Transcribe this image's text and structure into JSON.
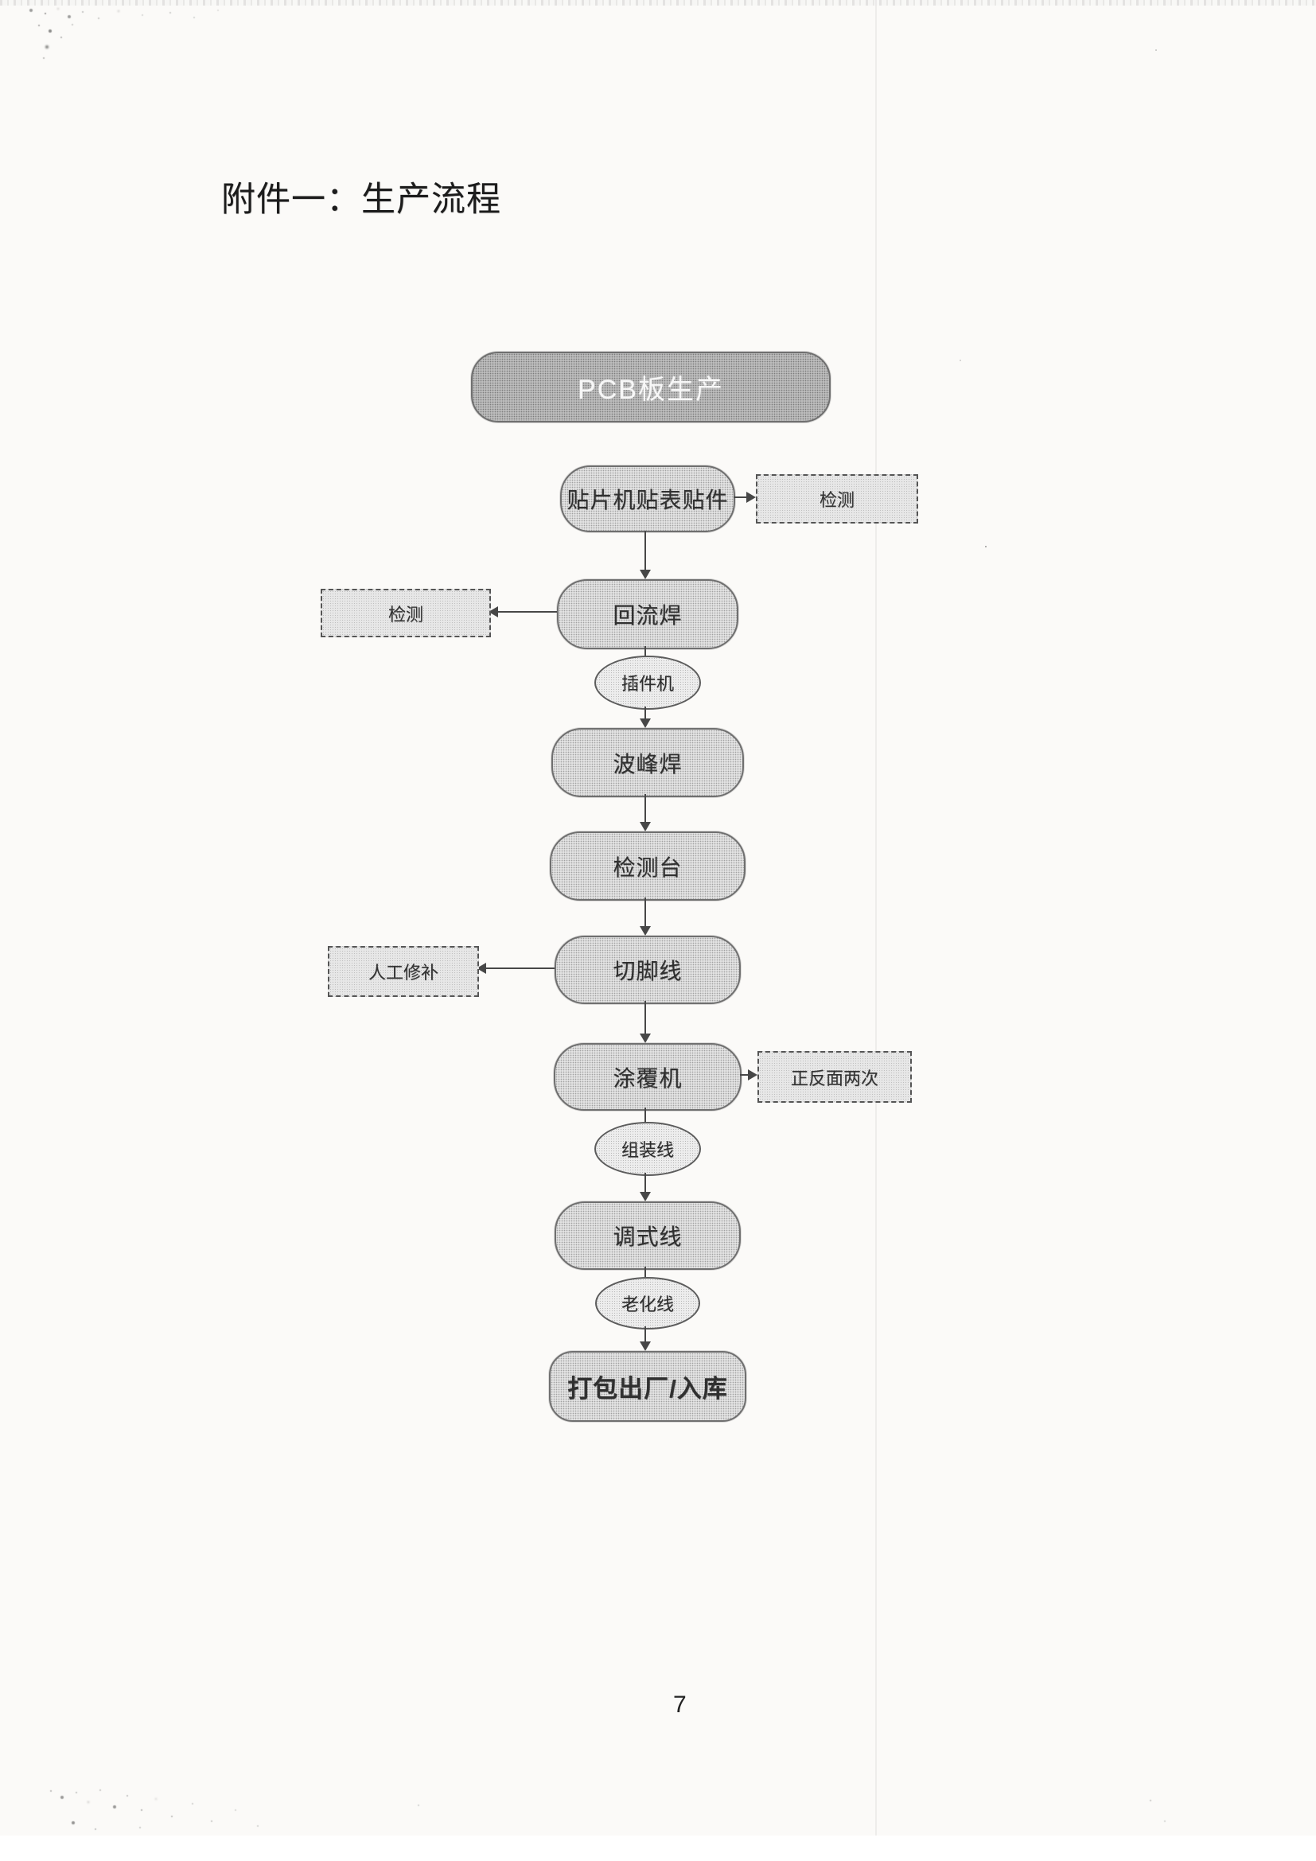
{
  "document": {
    "title": "附件一：生产流程",
    "page_number": "7"
  },
  "flowchart": {
    "start": {
      "label": "PCB板生产",
      "shape": "rounded-rect",
      "fill": "#b5b5b5",
      "text_color": "#f5f5f5"
    },
    "nodes": [
      {
        "label": "贴片机贴表贴件",
        "shape": "rounded-rect"
      },
      {
        "label": "回流焊",
        "shape": "rounded-rect"
      },
      {
        "label": "插件机",
        "shape": "ellipse"
      },
      {
        "label": "波峰焊",
        "shape": "rounded-rect"
      },
      {
        "label": "检测台",
        "shape": "rounded-rect"
      },
      {
        "label": "切脚线",
        "shape": "rounded-rect"
      },
      {
        "label": "涂覆机",
        "shape": "rounded-rect"
      },
      {
        "label": "组装线",
        "shape": "ellipse"
      },
      {
        "label": "调式线",
        "shape": "rounded-rect"
      },
      {
        "label": "老化线",
        "shape": "ellipse"
      },
      {
        "label": "打包出厂/入库",
        "shape": "rounded-rect",
        "emphasis": "bold"
      }
    ],
    "side_boxes": [
      {
        "label": "检测",
        "side": "right",
        "attached_to": "贴片机贴表贴件",
        "border": "dashed"
      },
      {
        "label": "检测",
        "side": "left",
        "attached_to": "回流焊",
        "border": "dashed"
      },
      {
        "label": "人工修补",
        "side": "left",
        "attached_to": "切脚线",
        "border": "dashed"
      },
      {
        "label": "正反面两次",
        "side": "right",
        "attached_to": "涂覆机",
        "border": "dashed"
      }
    ],
    "edges": [
      "贴片机贴表贴件→检测(右)",
      "贴片机贴表贴件→回流焊",
      "回流焊→检测(左)",
      "回流焊→插件机",
      "插件机→波峰焊",
      "波峰焊→检测台",
      "检测台→切脚线",
      "切脚线→人工修补",
      "切脚线→涂覆机",
      "涂覆机→正反面两次",
      "涂覆机→组装线",
      "组装线→调式线",
      "调式线→老化线",
      "老化线→打包出厂/入库"
    ],
    "colors": {
      "node_fill": "#dcdcdc",
      "start_fill": "#b5b5b5",
      "node_border": "#6f6f6f",
      "dashed_box_fill": "#e6e6e6",
      "arrow": "#474747",
      "paper": "#fbfaf8"
    }
  }
}
